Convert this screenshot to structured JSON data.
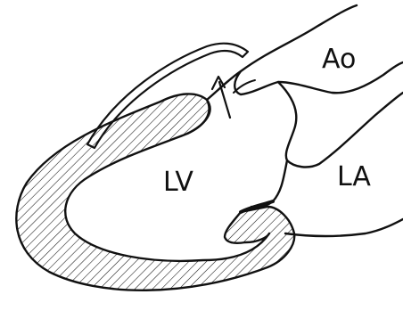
{
  "labels": {
    "aorta": "Ao",
    "left_ventricle": "LV",
    "left_atrium": "LA"
  },
  "colors": {
    "stroke": "#111111",
    "background": "#ffffff",
    "hatch": "#111111"
  }
}
